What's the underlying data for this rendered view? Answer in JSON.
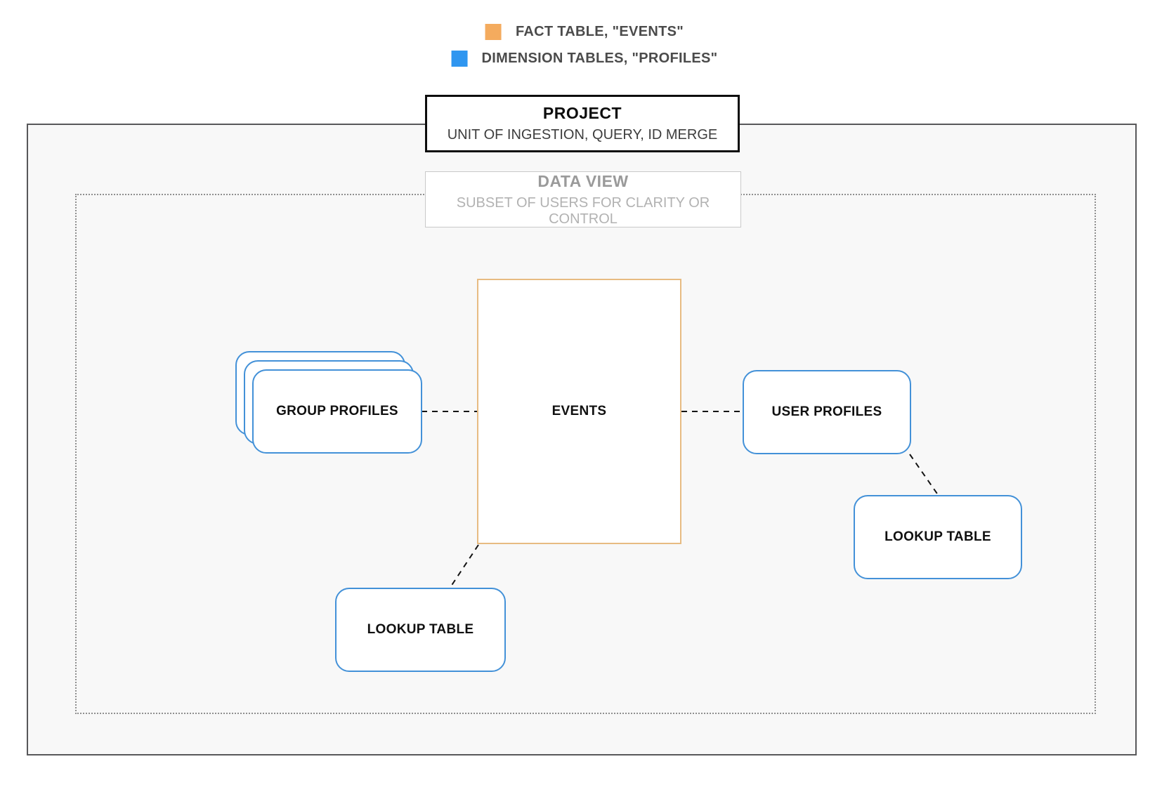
{
  "legend": {
    "items": [
      {
        "id": "fact",
        "label": "FACT TABLE, \"EVENTS\"",
        "swatch_color": "#f4ab5e"
      },
      {
        "id": "dimension",
        "label": "DIMENSION TABLES, \"PROFILES\"",
        "swatch_color": "#2f96f0"
      }
    ]
  },
  "containers": {
    "project": {
      "title": "PROJECT",
      "subtitle": "UNIT OF INGESTION, QUERY, ID MERGE"
    },
    "data_view": {
      "title": "DATA VIEW",
      "subtitle": "SUBSET OF USERS FOR CLARITY OR CONTROL"
    }
  },
  "nodes": {
    "events": {
      "label": "EVENTS",
      "type": "fact"
    },
    "group_profiles": {
      "label": "GROUP PROFILES",
      "type": "dimension",
      "stacked": true
    },
    "user_profiles": {
      "label": "USER PROFILES",
      "type": "dimension"
    },
    "lookup_table_bottom": {
      "label": "LOOKUP TABLE",
      "type": "dimension"
    },
    "lookup_table_right": {
      "label": "LOOKUP TABLE",
      "type": "dimension"
    }
  },
  "colors": {
    "fact_accent": "#f4ab5e",
    "fact_node_border": "#e7bb82",
    "dimension_accent": "#2f96f0",
    "dimension_node_border": "#4391d8",
    "connector": "#141414",
    "outer_border": "#58585a",
    "canvas_fill": "#f8f8f8",
    "dotted_border": "#8f8f8f"
  }
}
